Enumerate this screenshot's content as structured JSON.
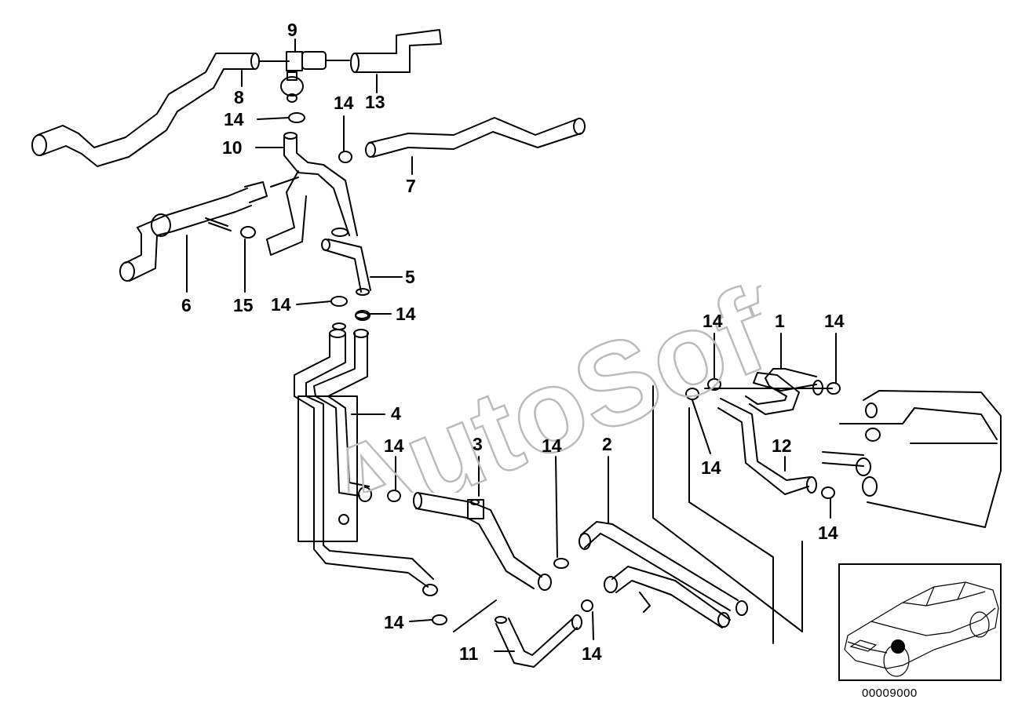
{
  "diagram": {
    "part_callouts": [
      "1",
      "2",
      "3",
      "4",
      "5",
      "6",
      "7",
      "8",
      "9",
      "10",
      "11",
      "12",
      "13",
      "14",
      "15"
    ],
    "clamp_label": "14",
    "reference_number": "00009000",
    "watermark_text": "AutoSoft"
  },
  "colors": {
    "line": "#000000",
    "background": "#ffffff",
    "watermark": "#bbbbbb"
  },
  "icons": {
    "vehicle_locator": "car-thumbnail-icon",
    "locator_marker": "black-dot-icon"
  }
}
